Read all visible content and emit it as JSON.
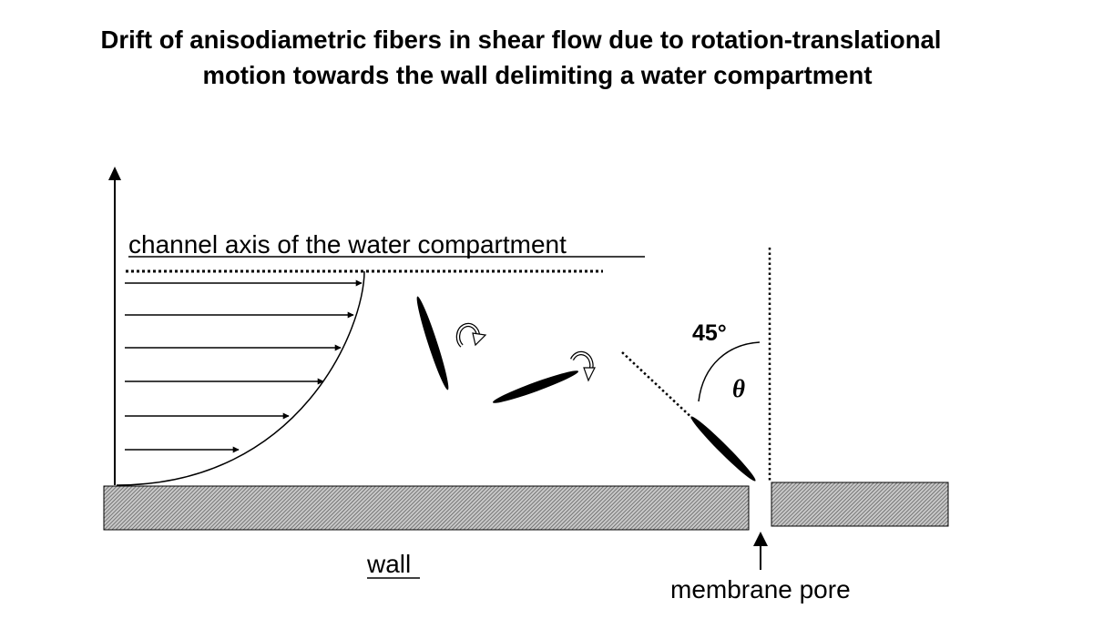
{
  "title": {
    "line1": "Drift of anisodiametric fibers in shear flow due to rotation-translational",
    "line2": "motion towards the wall delimiting a water compartment"
  },
  "labels": {
    "channel_axis": "channel axis of the water compartment",
    "wall": "wall",
    "membrane_pore": "membrane pore",
    "angle": "45°",
    "theta": "θ"
  }
}
